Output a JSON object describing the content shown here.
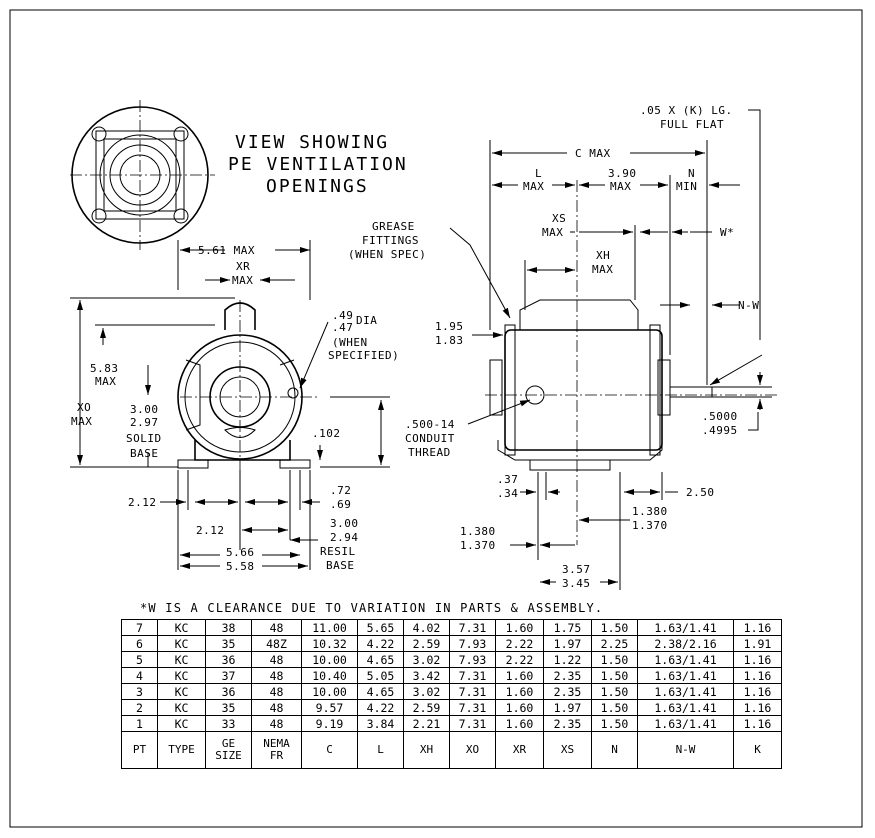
{
  "title": [
    "VIEW SHOWING",
    "PE VENTILATION",
    "OPENINGS"
  ],
  "labels": {
    "d561max": "5.61 MAX",
    "xr": "XR",
    "max": "MAX",
    "d583": "5.83",
    "xo": "XO",
    "d300": "3.00",
    "d297": "2.97",
    "solid": "SOLID",
    "base": "BASE",
    "d49": ".49",
    "d47": ".47",
    "dia": "DIA",
    "when": "(WHEN",
    "specified": "SPECIFIED)",
    "d102": ".102",
    "d212": "2.12",
    "d72": ".72",
    "d69": ".69",
    "d294": "2.94",
    "resil": "RESIL",
    "d566": "5.66",
    "d558": "5.58",
    "flat1": ".05 X (K) LG.",
    "flat2": "FULL FLAT",
    "cmax": "C MAX",
    "l": "L",
    "d390": "3.90",
    "n": "N",
    "min": "MIN",
    "xs": "XS",
    "wstar": "W*",
    "xh": "XH",
    "grease1": "GREASE",
    "grease2": "FITTINGS",
    "grease3": "(WHEN SPEC)",
    "nw": "N-W",
    "d195": "1.95",
    "d183": "1.83",
    "d500_14": ".500-14",
    "conduit": "CONDUIT",
    "thread": "THREAD",
    "d5000": ".5000",
    "d4995": ".4995",
    "d37": ".37",
    "d34": ".34",
    "d250": "2.50",
    "d1380": "1.380",
    "d1370": "1.370",
    "d357": "3.57",
    "d345": "3.45"
  },
  "footnote": "*W IS A CLEARANCE DUE TO VARIATION IN PARTS & ASSEMBLY.",
  "table": {
    "rows": [
      [
        "7",
        "KC",
        "38",
        "48",
        "11.00",
        "5.65",
        "4.02",
        "7.31",
        "1.60",
        "1.75",
        "1.50",
        "1.63/1.41",
        "1.16"
      ],
      [
        "6",
        "KC",
        "35",
        "48Z",
        "10.32",
        "4.22",
        "2.59",
        "7.93",
        "2.22",
        "1.97",
        "2.25",
        "2.38/2.16",
        "1.91"
      ],
      [
        "5",
        "KC",
        "36",
        "48",
        "10.00",
        "4.65",
        "3.02",
        "7.93",
        "2.22",
        "1.22",
        "1.50",
        "1.63/1.41",
        "1.16"
      ],
      [
        "4",
        "KC",
        "37",
        "48",
        "10.40",
        "5.05",
        "3.42",
        "7.31",
        "1.60",
        "2.35",
        "1.50",
        "1.63/1.41",
        "1.16"
      ],
      [
        "3",
        "KC",
        "36",
        "48",
        "10.00",
        "4.65",
        "3.02",
        "7.31",
        "1.60",
        "2.35",
        "1.50",
        "1.63/1.41",
        "1.16"
      ],
      [
        "2",
        "KC",
        "35",
        "48",
        "9.57",
        "4.22",
        "2.59",
        "7.31",
        "1.60",
        "1.97",
        "1.50",
        "1.63/1.41",
        "1.16"
      ],
      [
        "1",
        "KC",
        "33",
        "48",
        "9.19",
        "3.84",
        "2.21",
        "7.31",
        "1.60",
        "2.35",
        "1.50",
        "1.63/1.41",
        "1.16"
      ]
    ],
    "headers": [
      "PT",
      "TYPE",
      "GE\nSIZE",
      "NEMA\nFR",
      "C",
      "L",
      "XH",
      "XO",
      "XR",
      "XS",
      "N",
      "N-W",
      "K"
    ]
  }
}
